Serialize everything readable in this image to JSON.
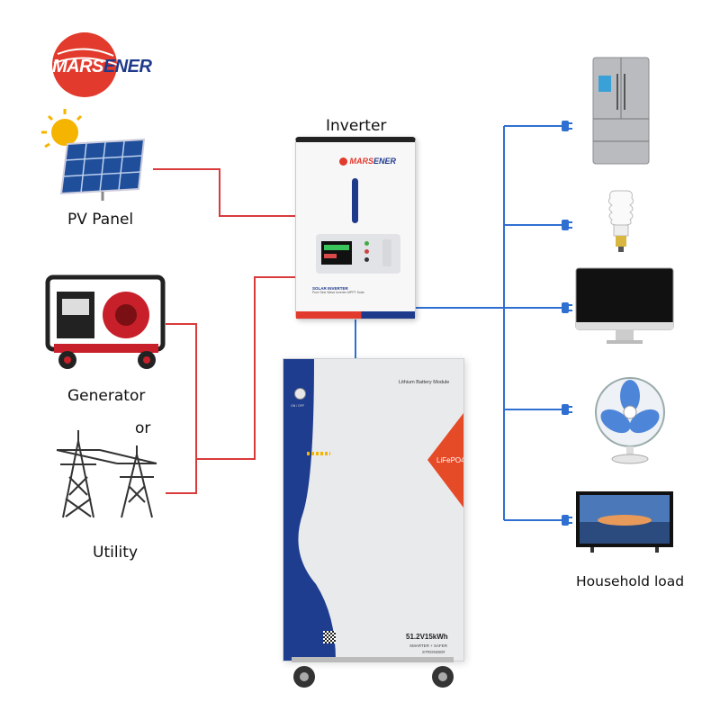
{
  "brand": {
    "name_part1": "MARS",
    "name_part2": "ENER",
    "accent": "#e23a2c",
    "navy": "#1e3a8a"
  },
  "labels": {
    "inverter": "Inverter",
    "pv_panel": "PV Panel",
    "generator": "Generator",
    "or": "or",
    "utility": "Utility",
    "household_load": "Household load"
  },
  "inverter": {
    "brand1": "MARS",
    "brand2": "ENER",
    "plate_title": "SOLAR INVERTER",
    "plate_sub": "Pure Sine Wave Inverter MPPT Solar"
  },
  "battery": {
    "header": "Lithium Battery Module",
    "chemistry": "LiFePO4",
    "capacity": "51.2V15kWh",
    "slogan1": "SMARTER + SAFER",
    "slogan2": "STRONGER",
    "switch_label": "ON / OFF"
  },
  "colors": {
    "ac_line": "#d93a3a",
    "dc_line": "#2f6fd1",
    "battery_blue": "#1e3d8f",
    "battery_red": "#e64b28"
  },
  "loads": [
    {
      "name": "refrigerator-icon"
    },
    {
      "name": "light-bulb-icon"
    },
    {
      "name": "monitor-icon"
    },
    {
      "name": "fan-icon"
    },
    {
      "name": "tv-icon"
    }
  ]
}
